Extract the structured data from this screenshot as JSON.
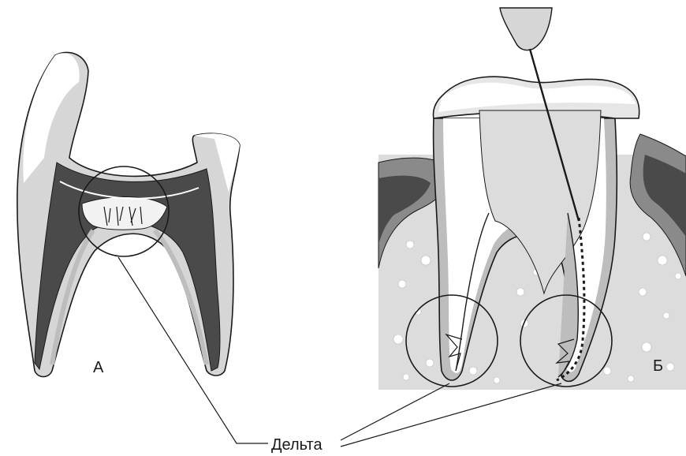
{
  "labels": {
    "panel_a": "А",
    "panel_b": "Б",
    "callout": "Дельта"
  },
  "colors": {
    "enamel": "#ffffff",
    "dentin": "#d6d6d6",
    "pulp": "#f2f2f2",
    "cementum": "#4a4a4a",
    "bone": "#dcdcdc",
    "gum": "#8a8a8a",
    "outline": "#1a1a1a"
  },
  "icons": [
    "tooth-section",
    "root-canal-file",
    "magnifier-circle"
  ]
}
